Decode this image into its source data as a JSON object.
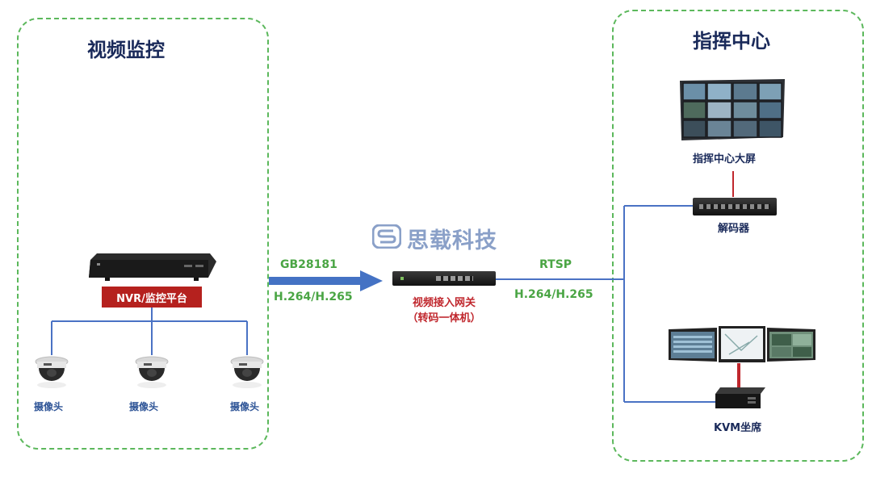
{
  "groups": {
    "video_surveillance": {
      "title": "视频监控"
    },
    "command_center": {
      "title": "指挥中心"
    }
  },
  "nvr": {
    "label": "NVR/监控平台"
  },
  "cameras": [
    {
      "label": "摄像头"
    },
    {
      "label": "摄像头"
    },
    {
      "label": "摄像头"
    }
  ],
  "links": {
    "ingress": {
      "protocol": "GB28181",
      "codec": "H.264/H.265"
    },
    "egress": {
      "protocol": "RTSP",
      "codec": "H.264/H.265"
    }
  },
  "gateway": {
    "label_line1": "视频接入网关",
    "label_line2": "（转码一体机）"
  },
  "command": {
    "big_screen": "指挥中心大屏",
    "decoder": "解码器",
    "kvm": "KVM坐席"
  },
  "watermark": {
    "text": "思载科技"
  },
  "colors": {
    "group_border": "#5cb85c",
    "wire": "#4a72c4",
    "arrow": "#4472c4",
    "nvr_tag": "#b5211e",
    "protocol_text": "#4aa544",
    "gateway_text": "#c0272d",
    "title_text": "#1a2a5a",
    "camera_text": "#2f5597",
    "red_cable": "#c0272d"
  }
}
